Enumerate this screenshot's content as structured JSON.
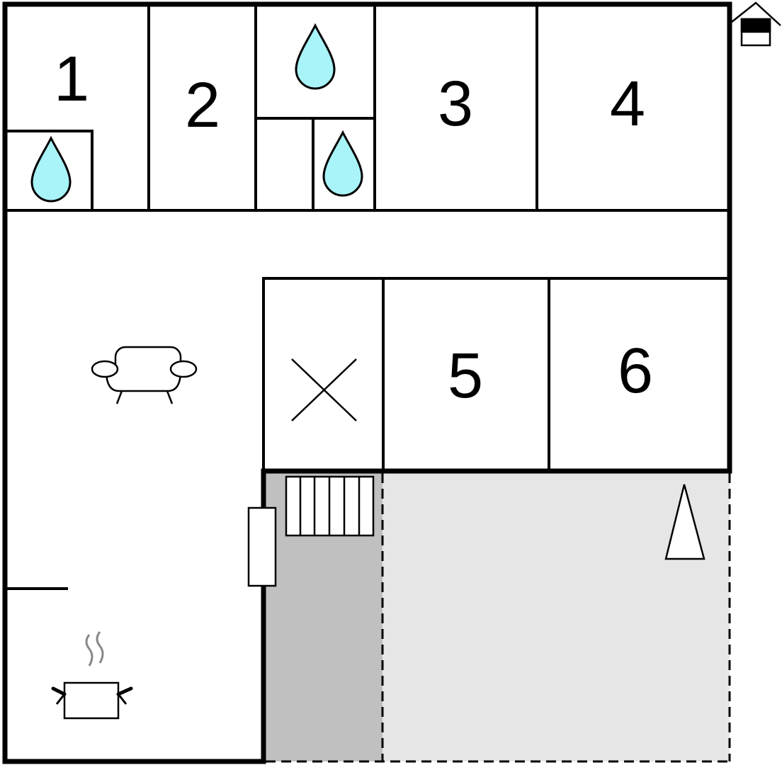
{
  "floorplan": {
    "rooms": [
      {
        "id": "room-1",
        "label": "1"
      },
      {
        "id": "room-2",
        "label": "2"
      },
      {
        "id": "room-3",
        "label": "3"
      },
      {
        "id": "room-4",
        "label": "4"
      },
      {
        "id": "room-5",
        "label": "5"
      },
      {
        "id": "room-6",
        "label": "6"
      }
    ],
    "icons": {
      "bathroom": "water-drop-icon",
      "living_room": "sofa-icon",
      "kitchen": "cooking-pot-icon",
      "storage": "x-mark-icon",
      "stairs": "stairs-icon",
      "door": "door-icon",
      "tent": "tent-icon",
      "home": "house-icon"
    },
    "colors": {
      "wall": "#000000",
      "water": "#a8f4f8",
      "covered_terrace": "#c0c0c0",
      "open_terrace": "#e6e6e6",
      "steam": "#888888"
    }
  }
}
